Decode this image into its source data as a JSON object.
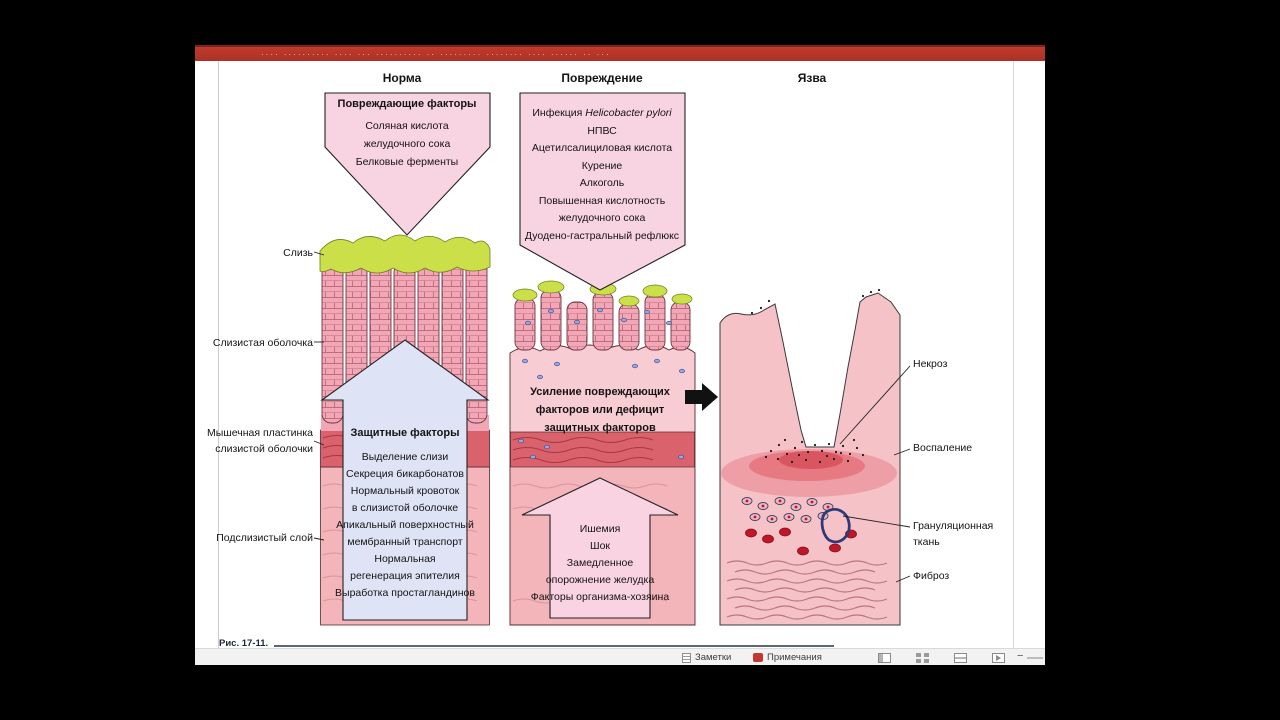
{
  "title_bar": {
    "text": "···· ·········· ···· ··· ·········· ·· ········· ········ ···· ······ ·· ···"
  },
  "headers": {
    "normal": "Норма",
    "damage": "Повреждение",
    "ulcer": "Язва"
  },
  "damaging_arrow": {
    "title": "Повреждающие факторы",
    "lines": [
      "Соляная кислота",
      "желудочного сока",
      "Белковые ферменты"
    ]
  },
  "cause_arrow": {
    "line1_normal": "Инфекция ",
    "line1_italic": "Helicobacter pylori",
    "lines": [
      "НПВС",
      "Ацетилсалициловая кислота",
      "Курение",
      "Алкоголь",
      "Повышенная кислотность",
      "желудочного сока",
      "Дуодено-гастральный рефлюкс"
    ]
  },
  "tissue_labels": {
    "mucus": "Слизь",
    "mucosa": "Слизистая оболочка",
    "muscularis_1": "Мышечная пластинка",
    "muscularis_2": "слизистой оболочки",
    "submucosa": "Подслизистый слой"
  },
  "protective_arrow": {
    "title": "Защитные факторы",
    "lines": [
      "Выделение слизи",
      "Секреция бикарбонатов",
      "Нормальный кровоток",
      "в слизистой оболочке",
      "Апикальный поверхностный",
      "мембранный транспорт",
      "Нормальная",
      "регенерация эпителия",
      "Выработка простагландинов"
    ]
  },
  "damage_caption": {
    "lines": [
      "Усиление повреждающих",
      "факторов или дефицит",
      "защитных факторов"
    ]
  },
  "host_arrow": {
    "lines": [
      "Ишемия",
      "Шок",
      "Замедленное",
      "опорожнение желудка",
      "Факторы организма-хозяина"
    ]
  },
  "ulcer_labels": {
    "necrosis": "Некроз",
    "inflammation": "Воспаление",
    "granulation_1": "Грануляционная",
    "granulation_2": "ткань",
    "fibrosis": "Фиброз"
  },
  "figure_caption": {
    "prefix": "Рис. 17-11."
  },
  "status_bar": {
    "notes": "Заметки",
    "comments": "Примечания",
    "zoom_out": "−"
  }
}
